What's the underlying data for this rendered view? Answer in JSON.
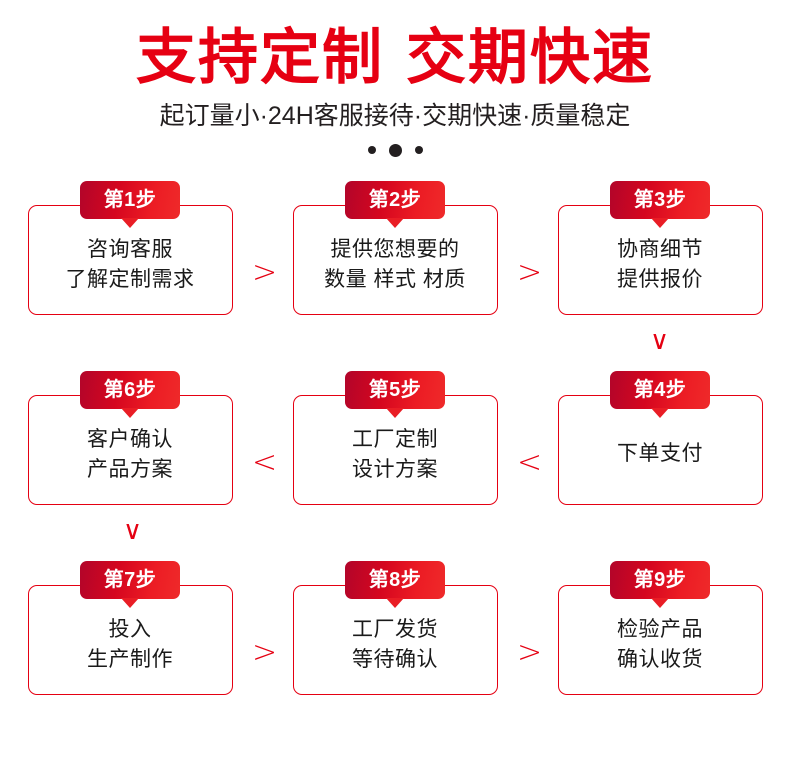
{
  "header": {
    "title_left": "支持定制",
    "title_right": "交期快速",
    "subtitle": "起订量小·24H客服接待·交期快速·质量稳定"
  },
  "colors": {
    "brand_red": "#e60012",
    "badge_dark": "#b2052a",
    "badge_light": "#ef2a2a",
    "border_red": "#e50012",
    "text_dark": "#1a1a1a"
  },
  "flow": {
    "rows": [
      {
        "steps": [
          {
            "badge": "第1步",
            "text": "咨询客服\n了解定制需求"
          },
          {
            "badge": "第2步",
            "text": "提供您想要的\n数量 样式 材质"
          },
          {
            "badge": "第3步",
            "text": "协商细节\n提供报价"
          }
        ],
        "connectors": {
          "a": ">",
          "b": ">",
          "down": "∨"
        }
      },
      {
        "steps": [
          {
            "badge": "第6步",
            "text": "客户确认\n产品方案"
          },
          {
            "badge": "第5步",
            "text": "工厂定制\n设计方案"
          },
          {
            "badge": "第4步",
            "text": "下单支付"
          }
        ],
        "connectors": {
          "a": "<",
          "b": "<",
          "down": "∨"
        }
      },
      {
        "steps": [
          {
            "badge": "第7步",
            "text": "投入\n生产制作"
          },
          {
            "badge": "第8步",
            "text": "工厂发货\n等待确认"
          },
          {
            "badge": "第9步",
            "text": "检验产品\n确认收货"
          }
        ],
        "connectors": {
          "a": ">",
          "b": ">"
        }
      }
    ]
  },
  "dots": {
    "count": 3,
    "pattern": [
      "small",
      "big",
      "small"
    ]
  }
}
